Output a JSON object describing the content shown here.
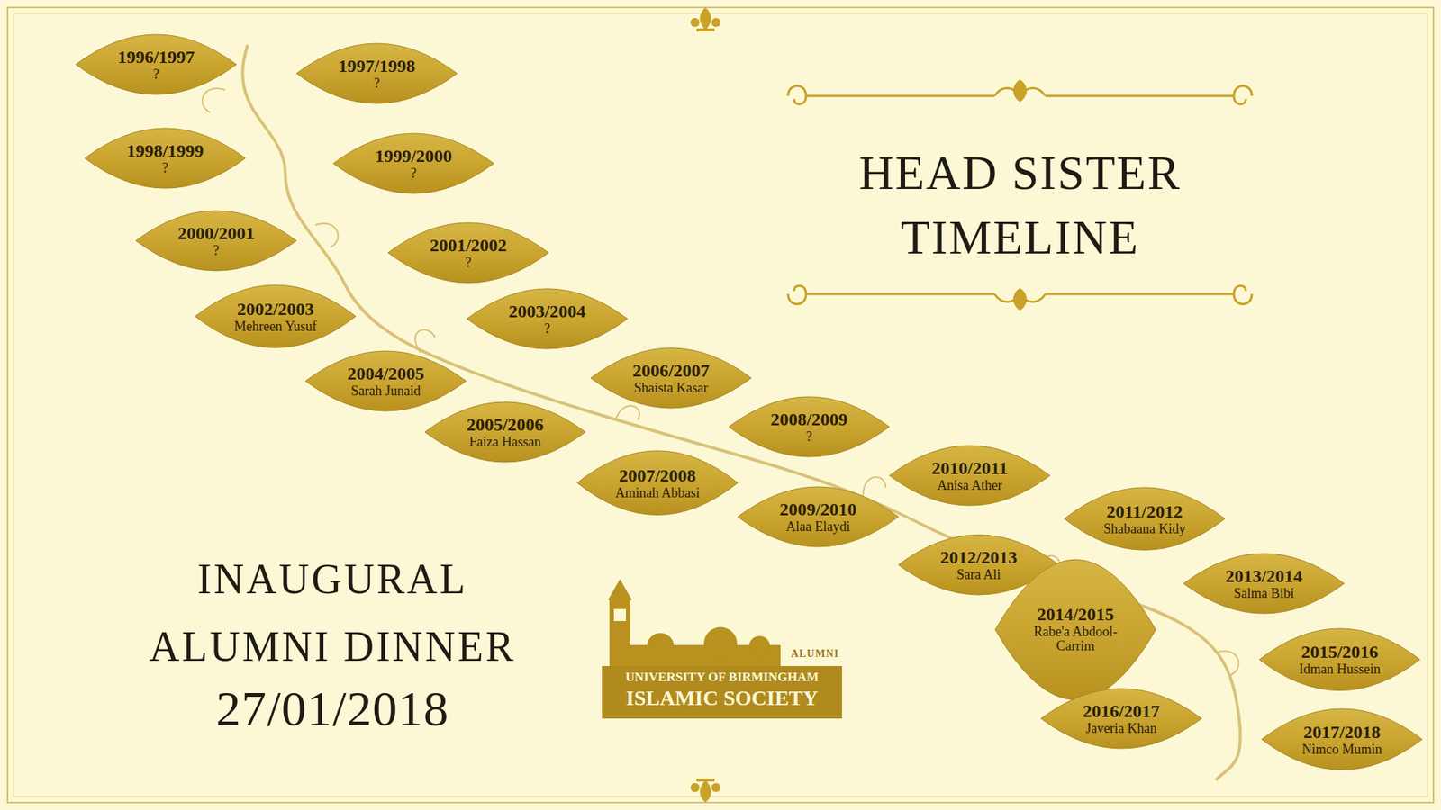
{
  "diagram": {
    "title": "HEAD SISTER TIMELINE",
    "nodes": [
      {
        "text": [
          "1996/1997",
          "?"
        ]
      },
      {
        "text": [
          "1997/1998",
          "?"
        ]
      },
      {
        "text": [
          "1998/1999",
          "?"
        ]
      },
      {
        "text": [
          "1999/2000",
          "?"
        ]
      },
      {
        "text": [
          "2000/2001",
          "?"
        ]
      },
      {
        "text": [
          "2001/2002",
          "?"
        ]
      },
      {
        "text": [
          "2002/2003",
          "Mehreen Yusuf"
        ]
      },
      {
        "text": [
          "2003/2004",
          "?"
        ]
      },
      {
        "text": [
          "2004/2005",
          "Sarah Junaid"
        ]
      },
      {
        "text": [
          "2005/2006",
          "Faiza Hassan"
        ]
      },
      {
        "text": [
          "2006/2007",
          "Shaista Kasar"
        ]
      },
      {
        "text": [
          "2007/2008",
          "Aminah Abbasi"
        ]
      },
      {
        "text": [
          "2008/2009",
          "?"
        ]
      },
      {
        "text": [
          "2009/2010",
          "Alaa Elaydi"
        ]
      },
      {
        "text": [
          "2010/2011",
          "Anisa Ather"
        ]
      },
      {
        "text": [
          "2011/2012",
          "Shabaana Kidy"
        ]
      },
      {
        "text": [
          "2012/2013",
          "Sara Ali"
        ]
      },
      {
        "text": [
          "2013/2014",
          "Salma Bibi"
        ]
      },
      {
        "text": [
          "2014/2015",
          "Rabe'a Abdool-Carrim"
        ]
      },
      {
        "text": [
          "2015/2016",
          "Idman Hussein"
        ]
      },
      {
        "text": [
          "2016/2017",
          "Javeria Khan"
        ]
      },
      {
        "text": [
          "2017/2018",
          "Nimco Mumin"
        ]
      }
    ],
    "labels": [
      "INAUGURAL ALUMNI DINNER",
      "27/01/2018",
      "ALUMNI",
      "UNIVERSITY OF BIRMINGHAM",
      "ISLAMIC SOCIETY"
    ]
  }
}
